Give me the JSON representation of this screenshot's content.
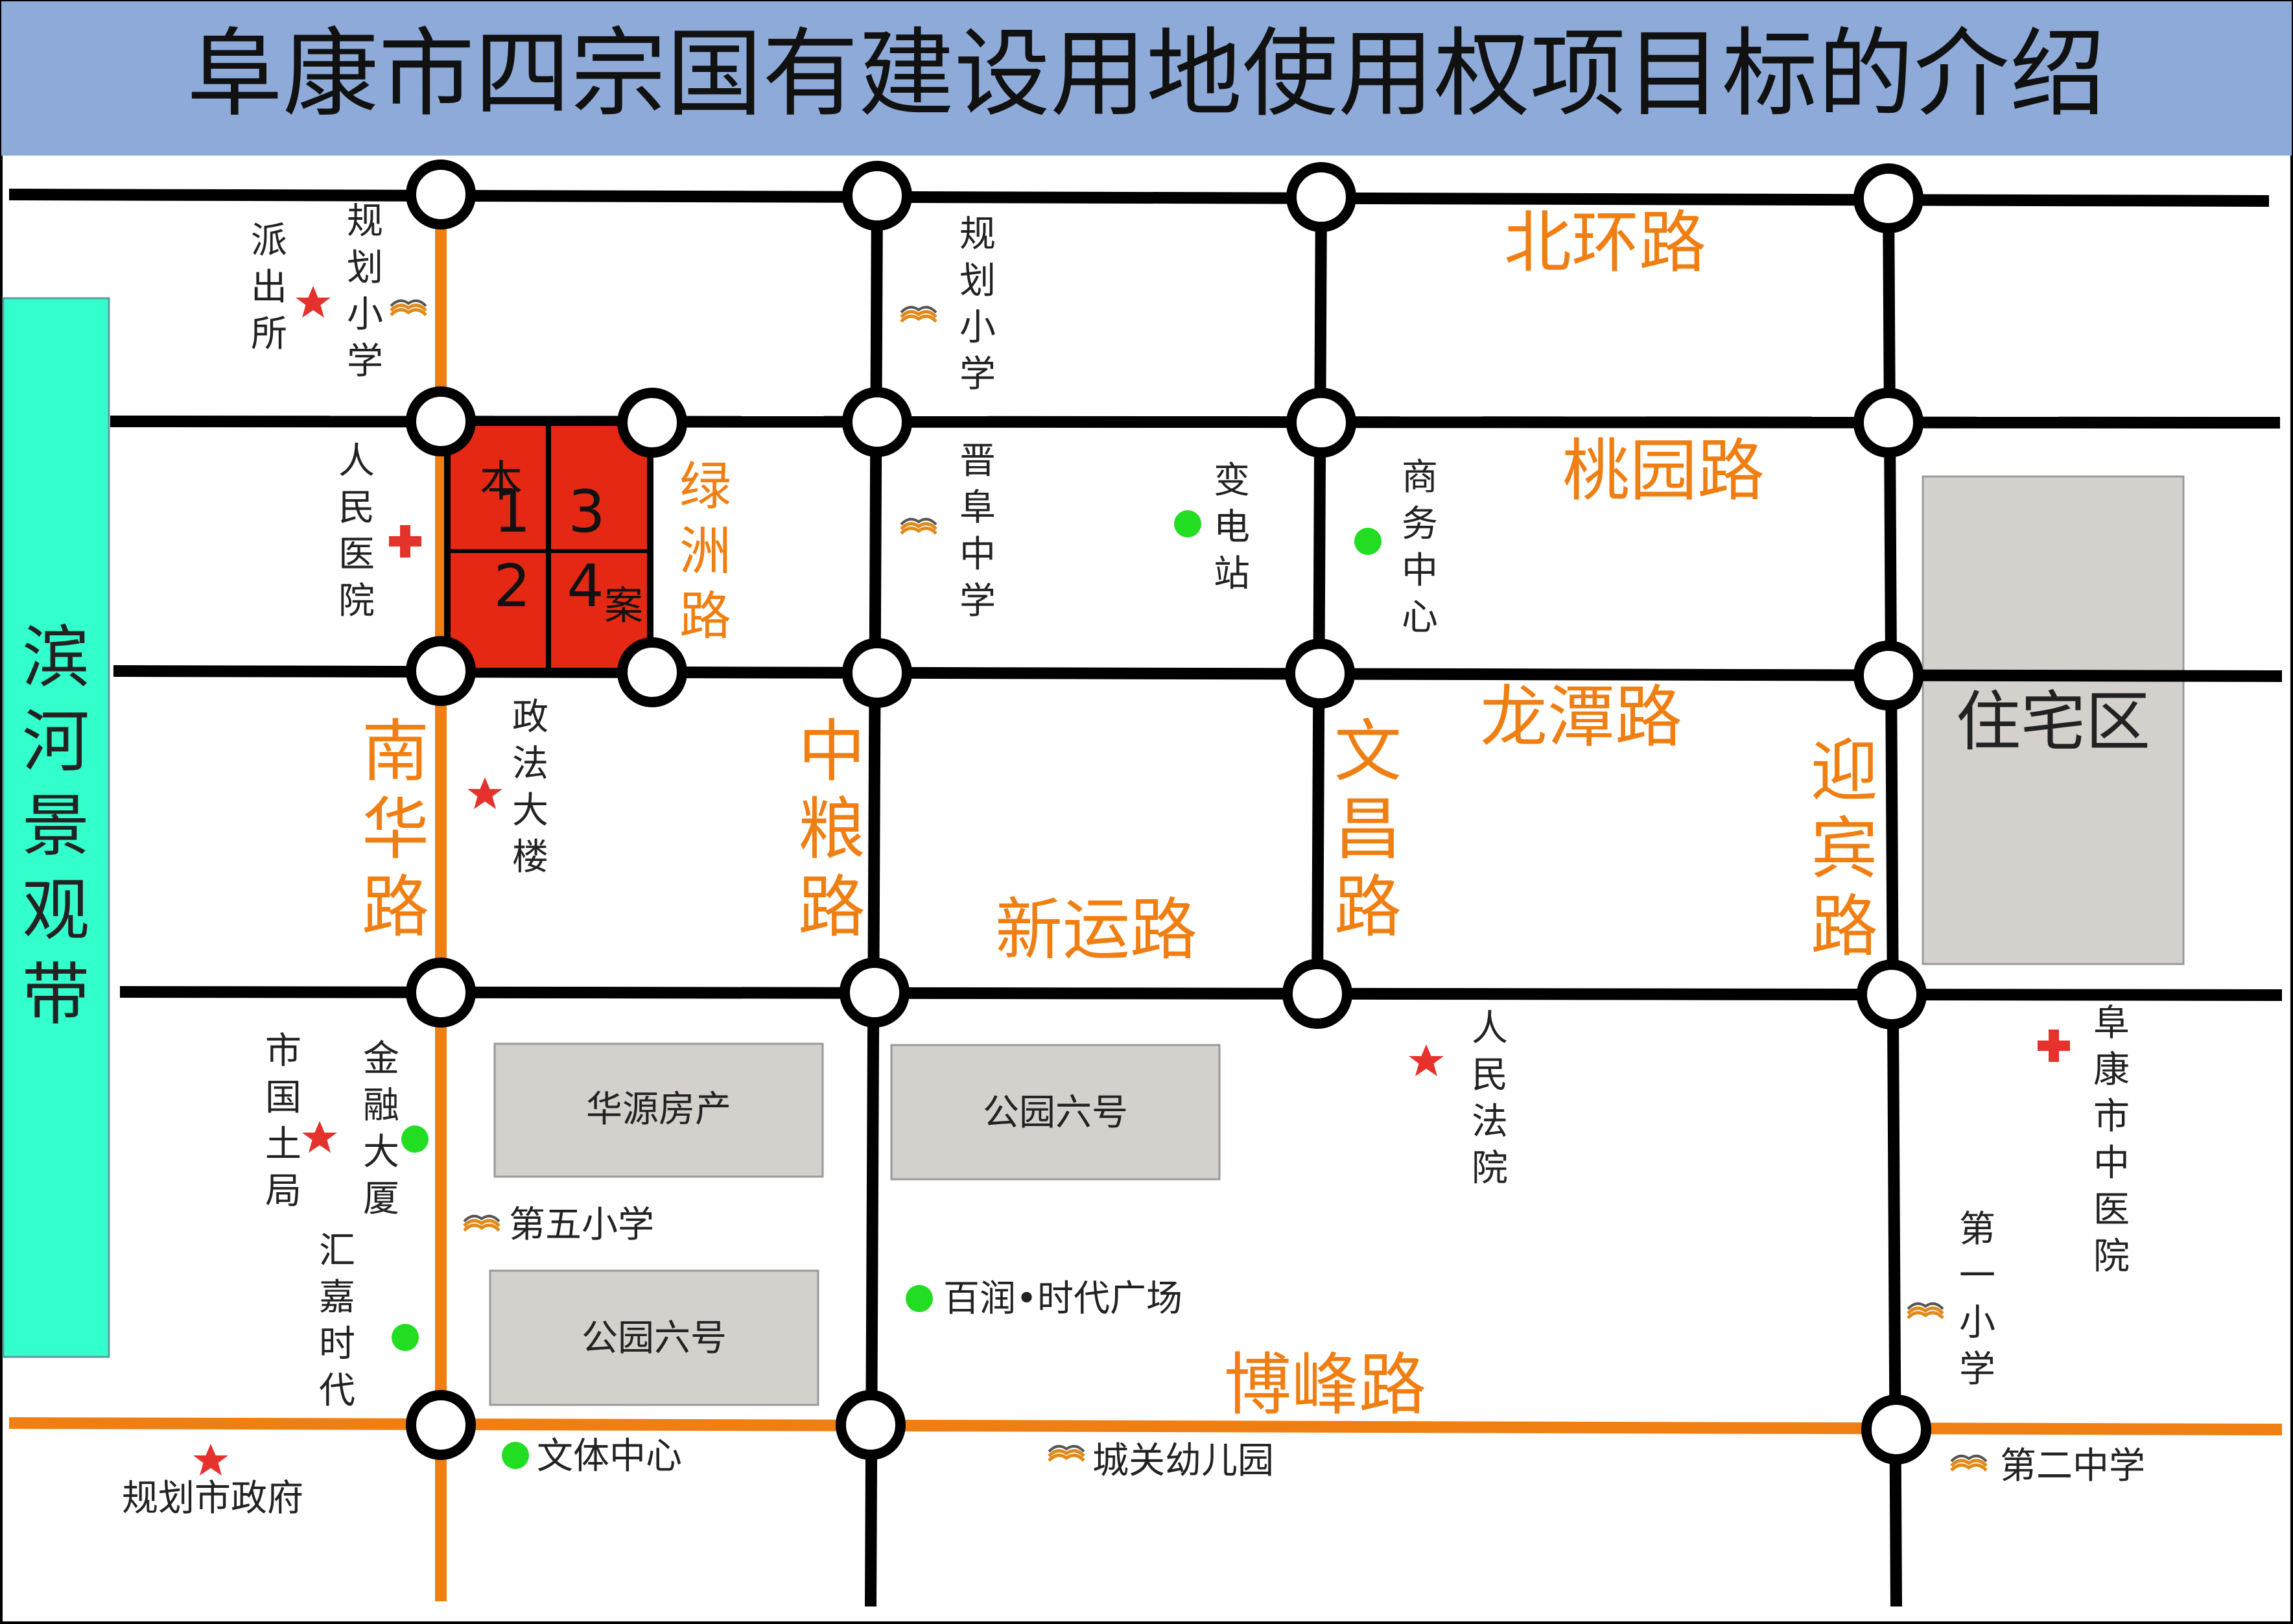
{
  "title": "阜康市四宗国有建设用地使用权项目标的介绍",
  "colors": {
    "title_bg": "#8eaad8",
    "black_road": "#000000",
    "orange_road": "#f07f13",
    "road_label": "#f07f13",
    "parcel": "#e42813",
    "landscape": "#33ffcc",
    "block": "#d4d0cc",
    "star": "#e5322d",
    "cross": "#e5322d",
    "dot": "#22dd22",
    "school": "#e08a1a"
  },
  "roads": {
    "beihuan": "北环路",
    "taoyuan": "桃园路",
    "longtan": "龙潭路",
    "xinyun": "新运路",
    "bofeng": "博峰路",
    "nanhua": "南华路",
    "zhongliang": "中粮路",
    "wenchang": "文昌路",
    "yingbin": "迎宾路",
    "lvzhou": "绿洲路"
  },
  "landscape_label": "滨河景观带",
  "parcels": {
    "p1": "1",
    "p2": "2",
    "p3": "3",
    "p4": "4",
    "ben": "本",
    "an": "案"
  },
  "blocks": {
    "residential": "住宅区",
    "huayuan": "华源房产",
    "park6_top": "公园六号",
    "park6_bottom": "公园六号"
  },
  "landmarks": {
    "police": "派出所",
    "school_planned_1": "规划小学",
    "school_planned_2": "规划小学",
    "hospital_people": "人民医院",
    "jinfu_middle": "晋阜中学",
    "substation": "变电站",
    "commerce_center": "商务中心",
    "politics_law": "政法大楼",
    "land_bureau": "市国土局",
    "finance_building": "金融大厦",
    "fifth_primary": "第五小学",
    "huijia": "汇嘉时代",
    "people_court": "人民法院",
    "tcm_hospital": "阜康市中医院",
    "first_primary": "第一小学",
    "bairun": "百润•时代广场",
    "culture_center": "文体中心",
    "kindergarten": "城关幼儿园",
    "second_middle": "第二中学",
    "planned_government": "规划市政府"
  },
  "icons": {
    "star": "star-icon",
    "cross": "red-cross-icon",
    "dot": "green-dot-icon",
    "school": "school-book-icon",
    "junction": "intersection-circle-icon"
  }
}
